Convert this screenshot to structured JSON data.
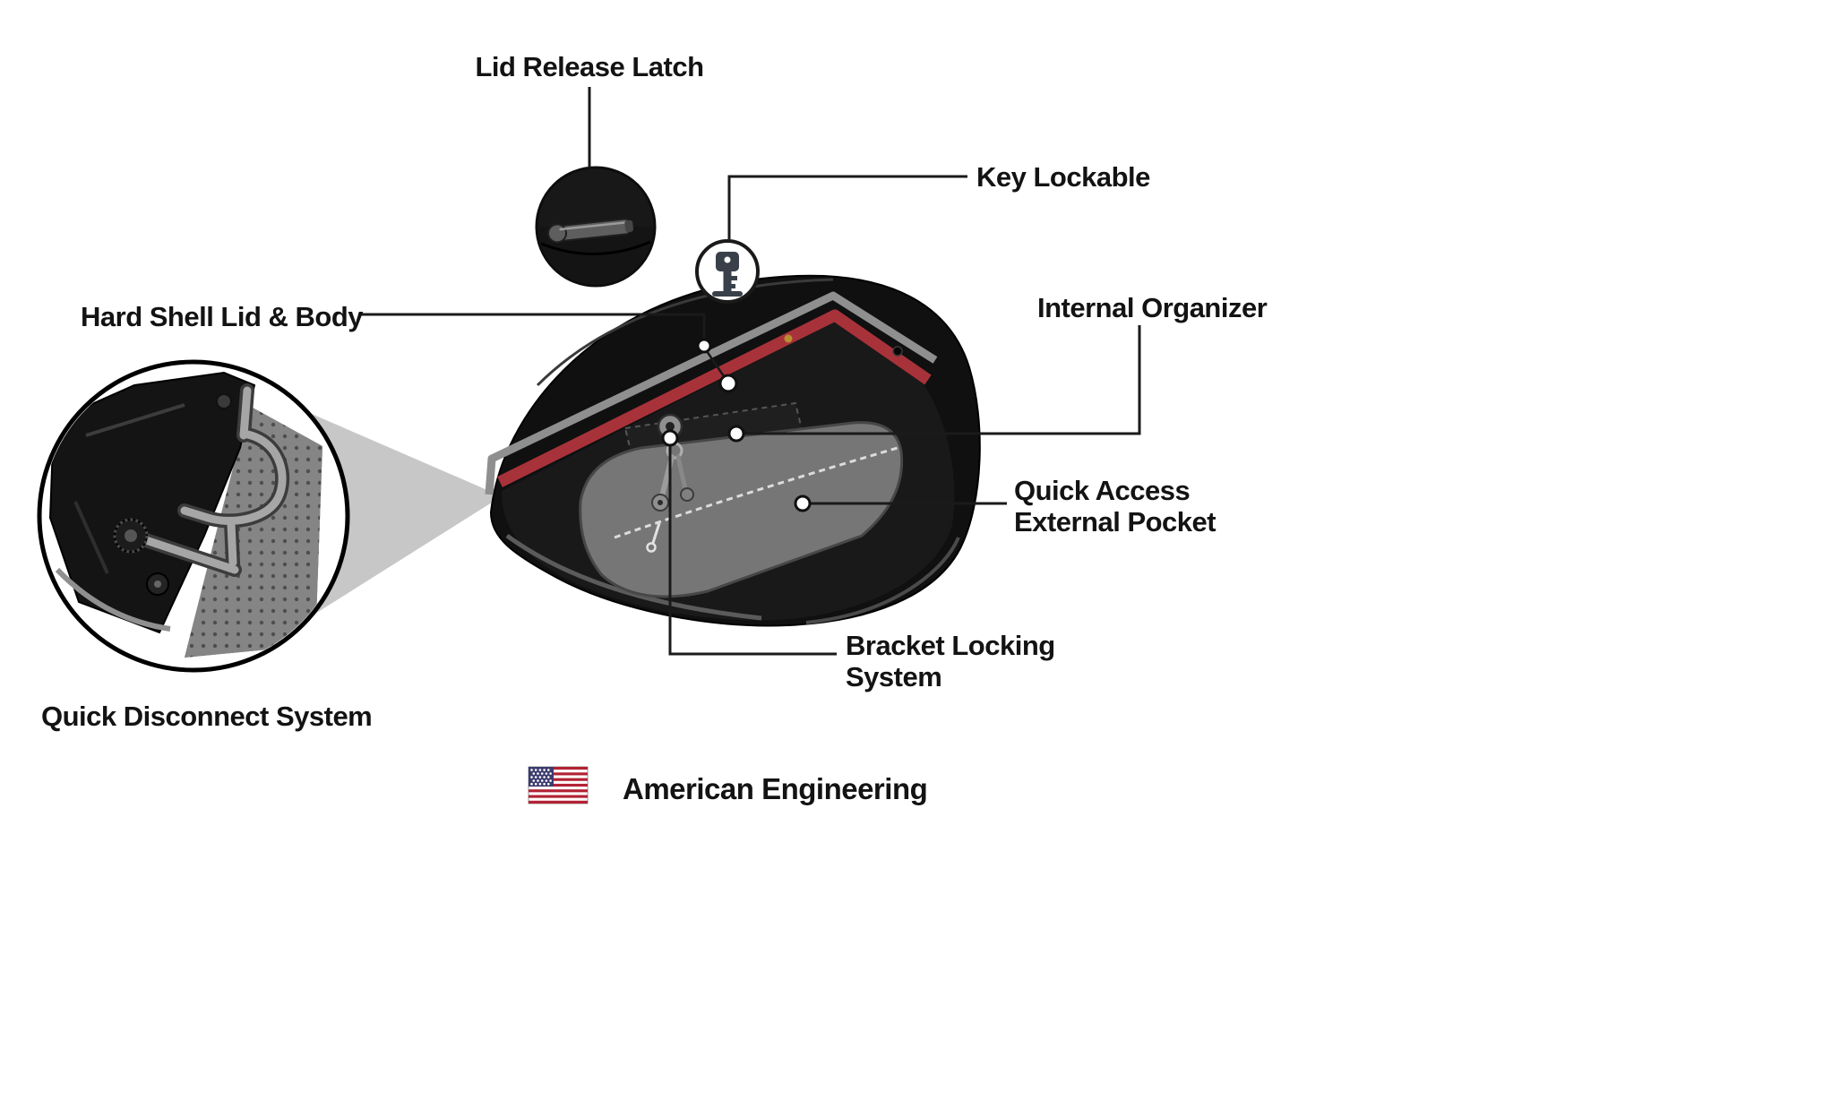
{
  "callouts": {
    "lid_release_latch": "Lid Release Latch",
    "key_lockable": "Key Lockable",
    "hard_shell_lid_body": "Hard Shell Lid & Body",
    "internal_organizer": "Internal Organizer",
    "quick_access_line1": "Quick Access",
    "quick_access_line2": "External Pocket",
    "bracket_locking_line1": "Bracket Locking",
    "bracket_locking_line2": "System",
    "quick_disconnect": "Quick Disconnect System"
  },
  "footer": {
    "text": "American Engineering"
  },
  "icons": {
    "flag": "us-flag-icon",
    "key": "key-icon",
    "latch": "lid-latch-icon"
  },
  "colors": {
    "accent-red": "#a8323a",
    "trim-gray": "#8f8f8f",
    "label-black": "#131313",
    "flag-red": "#b22234",
    "flag-blue": "#3c3b6e"
  }
}
